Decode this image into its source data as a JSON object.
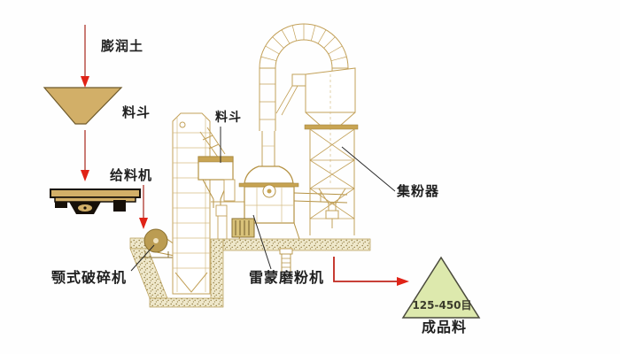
{
  "diagram": {
    "labels": {
      "bentonite": "膨润土",
      "hopper_left": "料斗",
      "feeder": "给料机",
      "jaw_crusher": "颚式破碎机",
      "hopper_center": "料斗",
      "raymond_mill": "雷蒙磨粉机",
      "collector": "集粉器",
      "mesh_range": "125-450目",
      "finished_product": "成品料"
    },
    "colors": {
      "line_art": "#c3a159",
      "band_fill": "#c8a453",
      "tan_fill": "#d2af68",
      "machine_black": "#171008",
      "arrow_red": "#d42317",
      "arrow_shaft": "#b85048",
      "triangle_fill": "#dde9ad",
      "ground_bg": "#efe8cb",
      "ground_dot": "#8c7940",
      "text": "#1f1f1f"
    }
  }
}
